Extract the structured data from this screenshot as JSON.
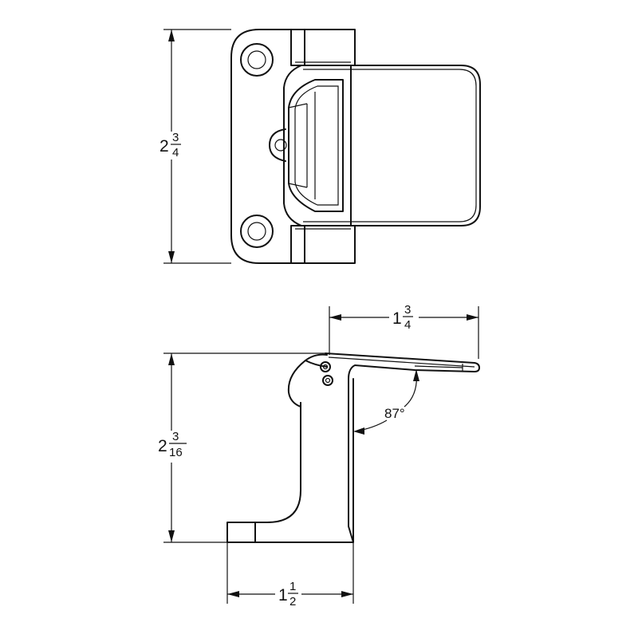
{
  "top_view": {
    "height_dimension": {
      "whole": "2",
      "numerator": "3",
      "denominator": "4"
    }
  },
  "side_view": {
    "lever_length_dimension": {
      "whole": "1",
      "numerator": "3",
      "denominator": "4"
    },
    "height_dimension": {
      "whole": "2",
      "numerator": "3",
      "denominator": "16"
    },
    "base_width_dimension": {
      "whole": "1",
      "numerator": "1",
      "denominator": "2"
    },
    "angle_label": "87°"
  }
}
